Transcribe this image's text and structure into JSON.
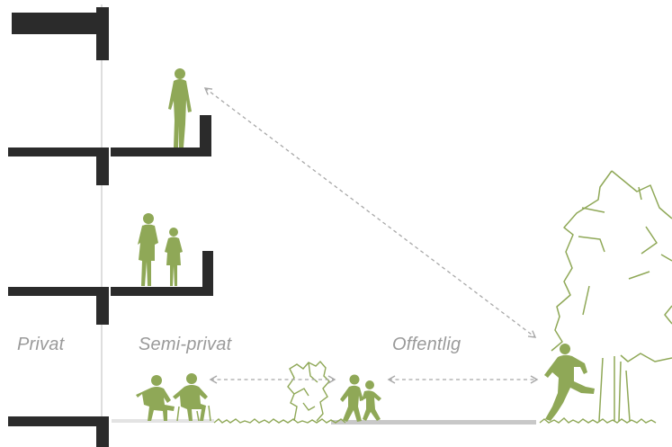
{
  "labels": {
    "private": "Privat",
    "semi_private": "Semi-privat",
    "public": "Offentlig"
  },
  "colors": {
    "building": "#2b2b2b",
    "figure": "#8fa857",
    "tree": "#8fa857",
    "arrow": "#a8a8a8",
    "label": "#9a9a9a",
    "ground": "#c8c8c8",
    "wall_line": "#d4d4d4"
  },
  "icons": [
    "standing-person-icon",
    "two-women-icon",
    "seated-people-icon",
    "children-playing-icon",
    "runner-icon",
    "tree-icon",
    "shrub-icon",
    "dashed-double-arrow-icon"
  ]
}
